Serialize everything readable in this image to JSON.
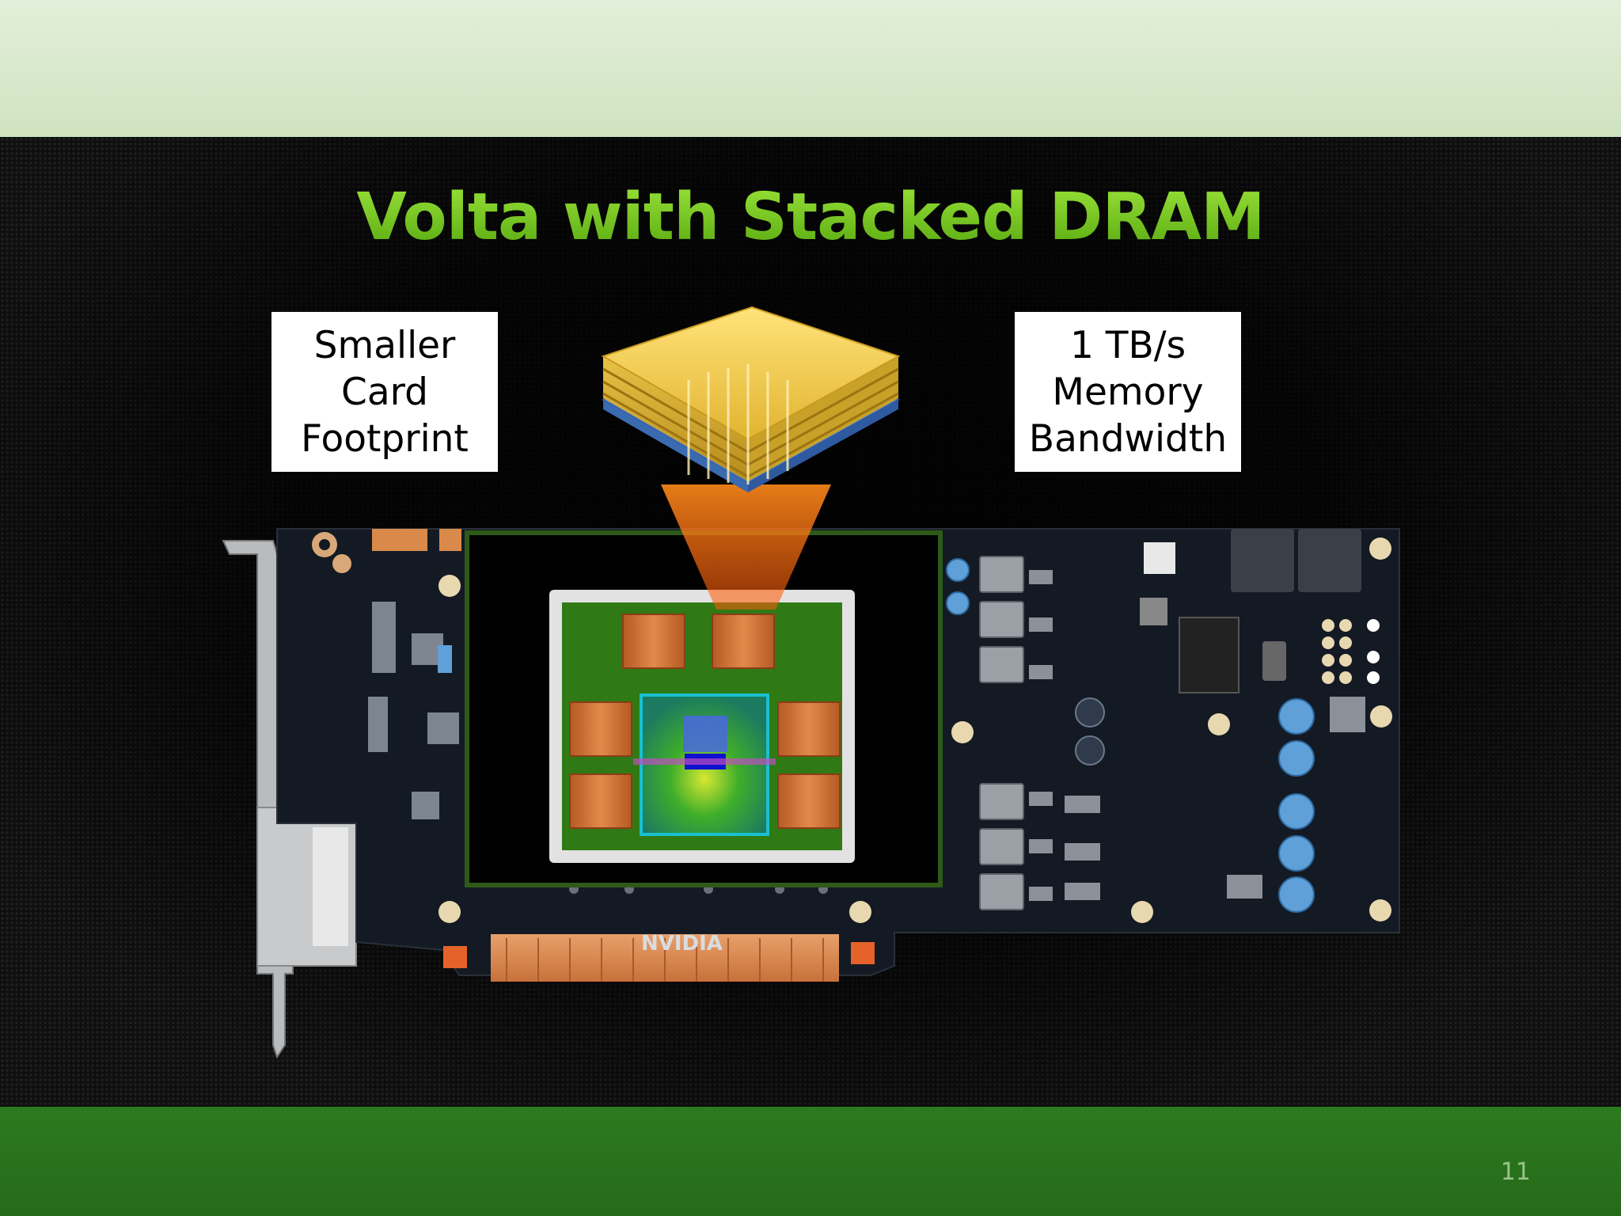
{
  "slide": {
    "title": "Volta with Stacked DRAM",
    "page_number": "11"
  },
  "callouts": {
    "left": {
      "lines": [
        "Smaller",
        "Card",
        "Footprint"
      ]
    },
    "right": {
      "lines": [
        "1 TB/s",
        "Memory",
        "Bandwidth"
      ]
    }
  },
  "card": {
    "brand_text": "NVIDIA"
  },
  "colors": {
    "title_green": "#7ed322",
    "top_band": "#d8e8cc",
    "bottom_band": "#2a741d",
    "stack_gold": "#e8c23a",
    "chip_green": "#3a8a14",
    "memory_copper": "#c86a2e"
  }
}
